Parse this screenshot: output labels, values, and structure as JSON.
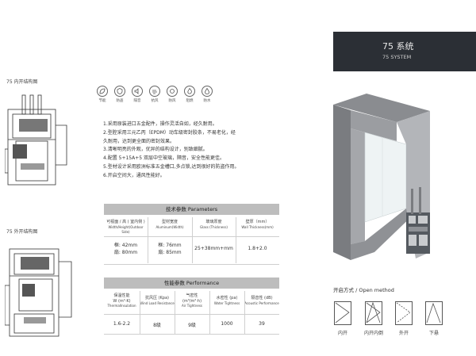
{
  "left": {
    "inward_title": "75 内开结构图",
    "outward_title": "75 外开结构图"
  },
  "features": [
    {
      "icon": "leaf-icon",
      "label": "节能"
    },
    {
      "icon": "shield-icon",
      "label": "防盗"
    },
    {
      "icon": "sound-icon",
      "label": "隔音"
    },
    {
      "icon": "wind-icon",
      "label": "抗风"
    },
    {
      "icon": "seal-icon",
      "label": "防风"
    },
    {
      "icon": "fire-icon",
      "label": "阻燃"
    },
    {
      "icon": "droplet-icon",
      "label": "防水"
    }
  ],
  "bullets": [
    "1.采用原装进口五金配件，操作灵活自如，经久耐用。",
    "2.型腔采用三元乙丙（EPDM）动车级密封胶条，不易老化，经",
    "久耐用，达到更全面的密封效果。",
    "3.清晰明亮的外观，优异的结构设计，别致细腻。",
    "4.配置 5+15A+5 双层中空玻璃，隔音，安全性能更佳。",
    "5.型材设计采用欧洲标准五金槽口,多点锁,达到很好的防盗作用。",
    "6.开启空间大，通风性能好。"
  ],
  "params": {
    "title": "技术参数 Parameters",
    "headers": [
      {
        "cn": "可视面 / 高 ( 室内侧 )",
        "en": "Width/Height(Outdoor Side)"
      },
      {
        "cn": "型材宽度",
        "en": "Aluminum(Width)"
      },
      {
        "cn": "玻璃厚度",
        "en": "Glass (Thickness)"
      },
      {
        "cn": "壁厚（mm）",
        "en": "Wall Thickness(mm)"
      }
    ],
    "row": [
      [
        "框: 42mm",
        "扇: 80mm"
      ],
      [
        "框: 76mm",
        "扇: 85mm"
      ],
      [
        "25+38mm+mm"
      ],
      [
        "1.8+2.0"
      ]
    ]
  },
  "performance": {
    "title": "性能参数 Performance",
    "headers": [
      {
        "cn": "保温性能",
        "unit": "W (m²·K)",
        "en": "ThermalInsulation"
      },
      {
        "cn": "抗风压 (Kpa)",
        "unit": "",
        "en": "Wind Load Resistance"
      },
      {
        "cn": "气密性",
        "unit": "(m³/m²·h)",
        "en": "Air Tightness"
      },
      {
        "cn": "水密性 (pa)",
        "unit": "",
        "en": "Water Tightness"
      },
      {
        "cn": "隔音性 (dB)",
        "unit": "",
        "en": "Acoustic Performance"
      }
    ],
    "values": [
      "1.6-2.2",
      "8级",
      "9级",
      "1000",
      "39"
    ]
  },
  "banner": {
    "title": "75 系统",
    "subtitle": "75 SYSTEM"
  },
  "open_method": {
    "title": "开启方式 / Open method",
    "types": [
      "内开",
      "内开内倒",
      "外开",
      "下悬"
    ]
  }
}
